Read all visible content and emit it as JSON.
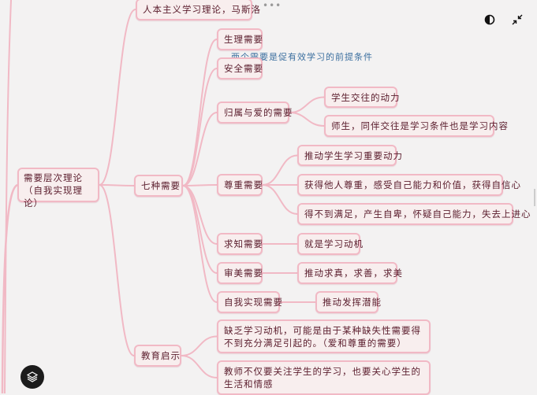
{
  "toolbar": {
    "more_label": "•••",
    "contrast_icon": "contrast-icon",
    "collapse_icon": "collapse-icon",
    "layers_icon": "layers-icon"
  },
  "colors": {
    "node_bg": "#f8eeee",
    "node_border": "#f1b9c5",
    "edge": "#f1b9c5",
    "text": "#5a1c2c",
    "note": "#3b6f9f",
    "background": "#f3f2f2"
  },
  "mindmap": {
    "theory": "人本主义学习理论，马斯洛",
    "root_line1": "需要层次理论",
    "root_line2": "（自我实现理论）",
    "seven_needs": "七种需要",
    "physiological": "生理需要",
    "safety": "安全需要",
    "note": "两个需要是促有效学习的前提条件",
    "belonging": "归属与爱的需要",
    "belonging_1": "学生交往的动力",
    "belonging_2": "师生，同伴交往是学习条件也是学习内容",
    "esteem": "尊重需要",
    "esteem_1": "推动学生学习重要动力",
    "esteem_2": "获得他人尊重，感受自己能力和价值，获得自信心",
    "esteem_3": "得不到满足，产生自卑，怀疑自己能力，失去上进心",
    "knowledge": "求知需要",
    "knowledge_1": "就是学习动机",
    "aesthetic": "审美需要",
    "aesthetic_1": "推动求真，求善，求美",
    "self_actualization": "自我实现需要",
    "self_actualization_1": "推动发挥潜能",
    "implication": "教育启示",
    "implication_1": "缺乏学习动机，可能是由于某种缺失性需要得不到充分满足引起的。（爱和尊重的需要）",
    "implication_2": "教师不仅要关注学生的学习，也要关心学生的生活和情感"
  }
}
